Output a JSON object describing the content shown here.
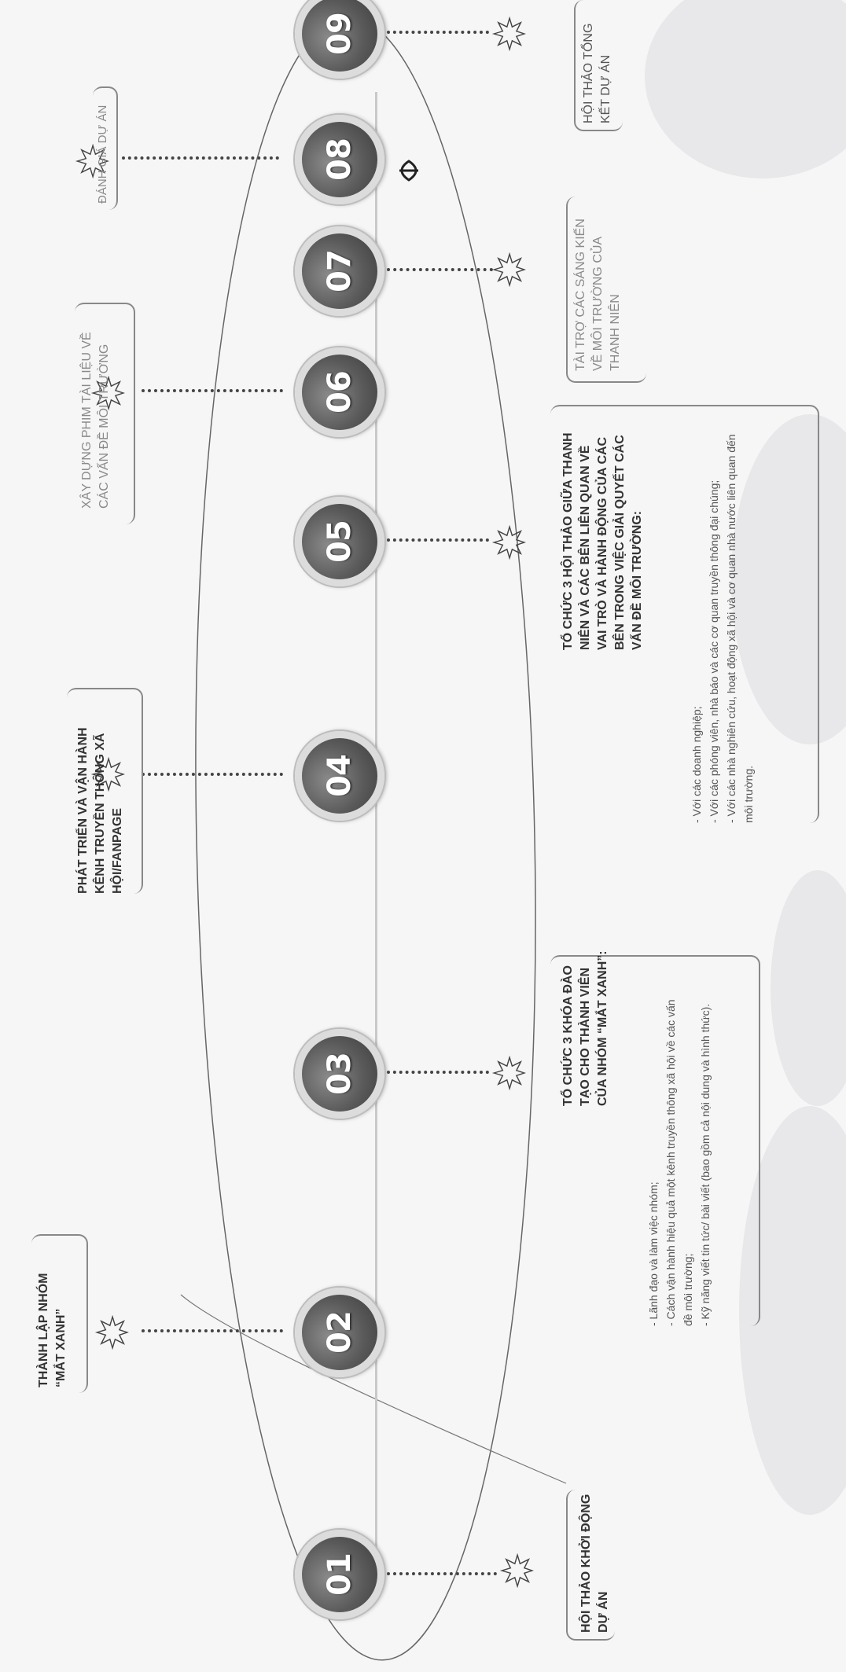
{
  "steps": [
    {
      "num": "01",
      "text": "HỘI THẢO KHỞI ĐỘNG DỰ ÁN"
    },
    {
      "num": "02",
      "text": "THÀNH LẬP NHÓM “MẮT XANH”"
    },
    {
      "num": "03",
      "title": "TỔ CHỨC 3 KHÓA ĐÀO TẠO CHO THÀNH VIÊN CỦA NHÓM “MẮT XANH”:",
      "bullets": [
        "- Lãnh đạo và làm việc nhóm;",
        "- Cách vận hành hiệu quả một kênh truyền thông xã hội về các vấn đề môi trường;",
        "- Kỹ năng viết tin tức/ bài viết (bao gồm cả nội dung và hình thức)."
      ]
    },
    {
      "num": "04",
      "text": "PHÁT TRIỂN VÀ VẬN HÀNH KÊNH TRUYỀN THÔNG XÃ HỘI/FANPAGE"
    },
    {
      "num": "05",
      "title": "TỔ CHỨC 3 HỘI THẢO GIỮA THANH NIÊN VÀ CÁC BÊN LIÊN QUAN VỀ VAI TRÒ VÀ HÀNH ĐỘNG CỦA CÁC BÊN TRONG VIỆC GIẢI QUYẾT CÁC VẤN ĐỀ MÔI TRƯỜNG:",
      "bullets": [
        "- Với các doanh nghiệp;",
        "- Với các phóng viên, nhà báo và các cơ quan truyền thông đại chúng;",
        "- Với các nhà nghiên cứu, hoạt động xã hội và cơ quan nhà nước liên quan đến môi trường."
      ]
    },
    {
      "num": "06",
      "text": "XÂY DỰNG PHIM TÀI LIỆU VỀ CÁC VẤN ĐỀ MÔI TRƯỜNG"
    },
    {
      "num": "07",
      "text": "TÀI TRỢ CÁC SÁNG KIẾN VỀ MÔI TRƯỜNG CỦA THANH NIÊN"
    },
    {
      "num": "08",
      "text": "ĐÁNH GIÁ DỰ ÁN"
    },
    {
      "num": "09",
      "text": "HỘI THẢO TỔNG KẾT DỰ ÁN"
    }
  ],
  "colors": {
    "circle": "#5a5a5a",
    "ring": "#dcdcdc",
    "text": "#333333",
    "muted": "#8a8a8a"
  }
}
